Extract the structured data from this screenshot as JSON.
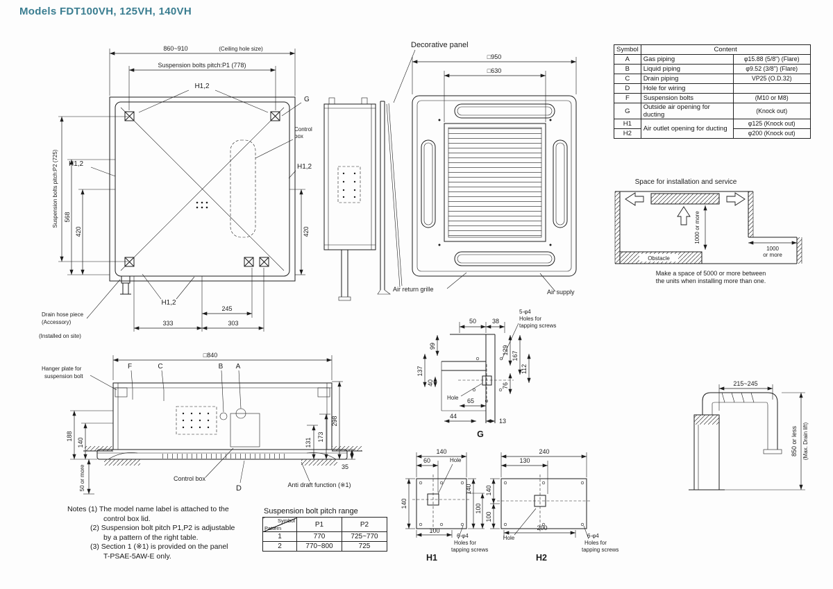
{
  "title": "Models  FDT100VH, 125VH, 140VH",
  "colors": {
    "title": "#3a7d90",
    "line": "#1c1c1c",
    "background": "#fdfdfd"
  },
  "plan": {
    "dim_ceiling": "860~910",
    "dim_ceiling_note": "(Ceiling hole size)",
    "dim_p1": "Suspension bolts pitch:P1 (778)",
    "dim_p2": "Suspension bolts pitch:P2 (725)",
    "h12_top": "H1,2",
    "h12_left": "H1,2",
    "h12_right": "H1,2",
    "h12_bottom": "H1,2",
    "g_label": "G",
    "control_box_line1": "Control",
    "control_box_line2": "box",
    "dim_568": "568",
    "dim_420_left": "420",
    "dim_420_right": "420",
    "dim_245": "245",
    "dim_333": "333",
    "dim_303": "303",
    "drain_line1": "Drain hose piece",
    "drain_line2": "(Accessory)",
    "drain_line3": "(Installed on site)"
  },
  "panel": {
    "label": "Decorative panel",
    "dim_outer": "□950",
    "dim_inner": "□630",
    "air_return": "Air return grille",
    "air_supply": "Air supply"
  },
  "symbol_table": {
    "col_symbol": "Symbol",
    "col_content": "Content",
    "rows": [
      {
        "sym": "A",
        "name": "Gas piping",
        "val": "φ15.88 (5/8\")  (Flare)"
      },
      {
        "sym": "B",
        "name": "Liquid piping",
        "val": "φ9.52 (3/8\")  (Flare)"
      },
      {
        "sym": "C",
        "name": "Drain piping",
        "val": "VP25 (O.D.32)"
      },
      {
        "sym": "D",
        "name": "Hole for wiring",
        "val": ""
      },
      {
        "sym": "F",
        "name": "Suspension bolts",
        "val": "(M10 or M8)"
      },
      {
        "sym": "G",
        "name": "Outside air opening for ducting",
        "val": "(Knock out)"
      },
      {
        "sym": "H1",
        "name": "Air outlet opening for ducting",
        "val": "φ125 (Knock out)"
      },
      {
        "sym": "H2",
        "val": "φ200 (Knock out)"
      }
    ]
  },
  "space": {
    "title": "Space for installation and service",
    "dim_vertical": "1000 or more",
    "dim_step_line1": "1000",
    "dim_step_line2": "or more",
    "obstacle": "Obstacle",
    "note_line1": "Make a space of 5000 or more between",
    "note_line2": "the units when installing more than one."
  },
  "section": {
    "dim_840": "□840",
    "label_f": "F",
    "label_c": "C",
    "label_b": "B",
    "label_a": "A",
    "label_d": "D",
    "hanger_line1": "Hanger plate for",
    "hanger_line2": "suspension bolt",
    "dim_188": "188",
    "dim_140": "140",
    "dim_298": "298",
    "dim_173": "173",
    "dim_131": "131",
    "dim_35": "35",
    "dim_50_or_more": "50 or more",
    "control_box": "Control box",
    "anti_draft": "Anti draft function (※1)"
  },
  "pitch_table": {
    "title": "Suspension bolt pitch range",
    "corner_top": "Symbol",
    "corner_bottom": "Pattern",
    "col_p1": "P1",
    "col_p2": "P2",
    "rows": [
      {
        "pattern": "1",
        "p1": "770",
        "p2": "725~770"
      },
      {
        "pattern": "2",
        "p1": "770~800",
        "p2": "725"
      }
    ]
  },
  "notes": {
    "line1": "Notes (1) The model name label is attached to the",
    "line2": "control box lid.",
    "line3": "(2) Suspension bolt pitch P1,P2 is adjustable",
    "line4": "by a pattern of the right table.",
    "line5": "(3) Section 1 (※1) is provided on the panel",
    "line6": "T-PSAE-5AW-E only."
  },
  "detail_g": {
    "screws_line1": "5-φ4",
    "screws_line2": "Holes for",
    "screws_line3": "tapping screws",
    "dim_50": "50",
    "dim_38": "38",
    "dim_99": "99",
    "dim_137": "137",
    "dim_40": "40",
    "dim_129": "129",
    "dim_167": "167",
    "dim_112": "112",
    "dim_76": "76",
    "hole": "Hole",
    "dim_65": "65",
    "dim_44": "44",
    "dim_13": "13",
    "label": "G"
  },
  "detail_h1": {
    "dim_140_top": "140",
    "dim_60": "60",
    "hole": "Hole",
    "dim_140_left": "140",
    "dim_140_right": "140",
    "dim_100_right": "100",
    "dim_100_bottom": "100",
    "screws_line1": "6-φ4",
    "screws_line2": "Holes for",
    "screws_line3": "tapping screws",
    "label": "H1"
  },
  "detail_h2": {
    "dim_240": "240",
    "dim_130": "130",
    "dim_140_left": "140",
    "dim_100_left": "100",
    "hole": "Hole",
    "dim_200": "200",
    "screws_line1": "6-φ4",
    "screws_line2": "Holes for",
    "screws_line3": "tapping screws",
    "label": "H2"
  },
  "drain_detail": {
    "dim_215_245": "215~245",
    "dim_850": "850 or less",
    "max_drain_lift": "(Max. Drain lift)"
  }
}
